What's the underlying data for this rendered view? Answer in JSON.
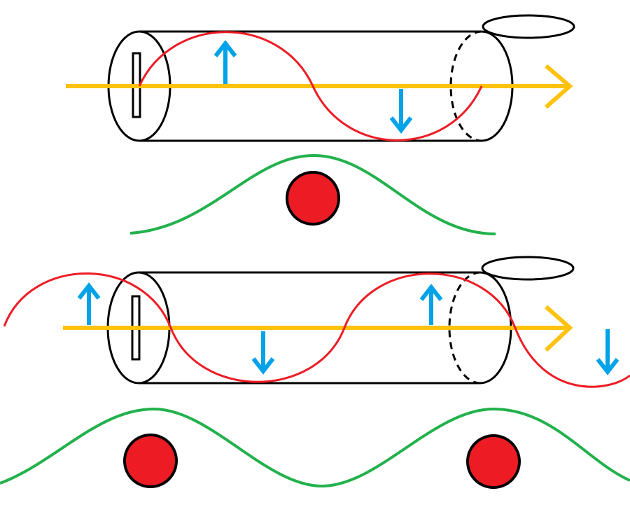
{
  "colors": {
    "background": "#ffffff",
    "outline": "#000000",
    "beam_arrow": "#ffc20e",
    "wave": "#ed1c24",
    "field_arrow": "#00a2e8",
    "envelope": "#22b14c",
    "particle_fill": "#ed1c24",
    "particle_stroke": "#000000"
  },
  "panels": [
    {
      "tube_ellipses": 2,
      "wave_periods_inside_tube": 1,
      "field_arrows": [
        "up",
        "down"
      ],
      "envelope_peaks": 1,
      "particles": 1
    },
    {
      "tube_ellipses": 2,
      "wave_periods_inside_tube": 2,
      "field_arrows": [
        "up",
        "down",
        "up",
        "down"
      ],
      "envelope_peaks": 2,
      "particles": 2
    }
  ],
  "icons": [
    "beam-arrow-icon",
    "field-arrow-icon",
    "particle-icon",
    "plate-icon"
  ]
}
